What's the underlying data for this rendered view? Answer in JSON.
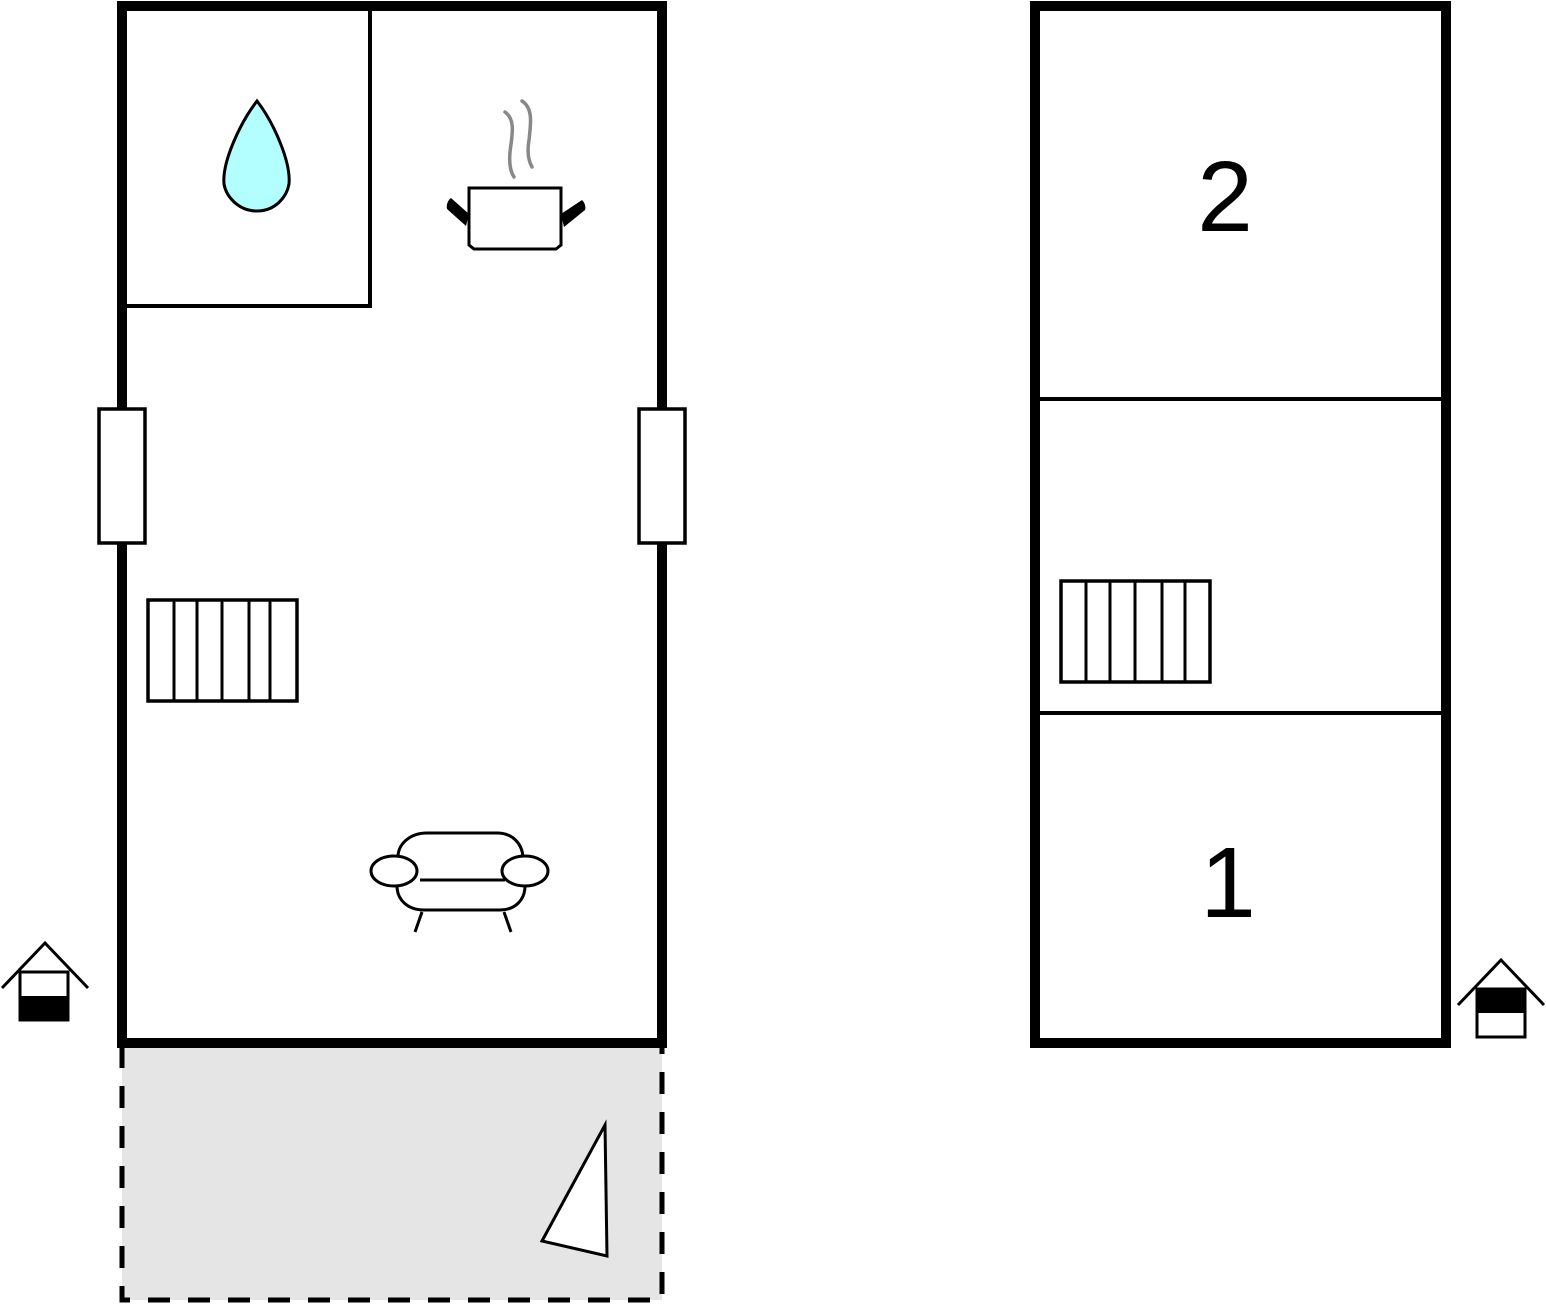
{
  "floorplan": {
    "ground_floor": {
      "rooms": [
        "bathroom",
        "kitchen-living"
      ],
      "icons": [
        "water-drop-icon",
        "cooking-pot-icon",
        "radiator-icon",
        "armchair-icon",
        "window-left",
        "window-right",
        "entrance-icon"
      ],
      "terrace": {
        "style": "dashed",
        "fill": "#e5e5e5"
      }
    },
    "upper_floor": {
      "rooms": [
        {
          "label": "2"
        },
        {
          "label": ""
        },
        {
          "label": "1"
        }
      ],
      "icons": [
        "radiator-icon",
        "entrance-icon"
      ]
    },
    "colors": {
      "wall": "#000000",
      "water": "#b3ffff",
      "steam": "#888888",
      "terrace": "#e5e5e5"
    }
  }
}
